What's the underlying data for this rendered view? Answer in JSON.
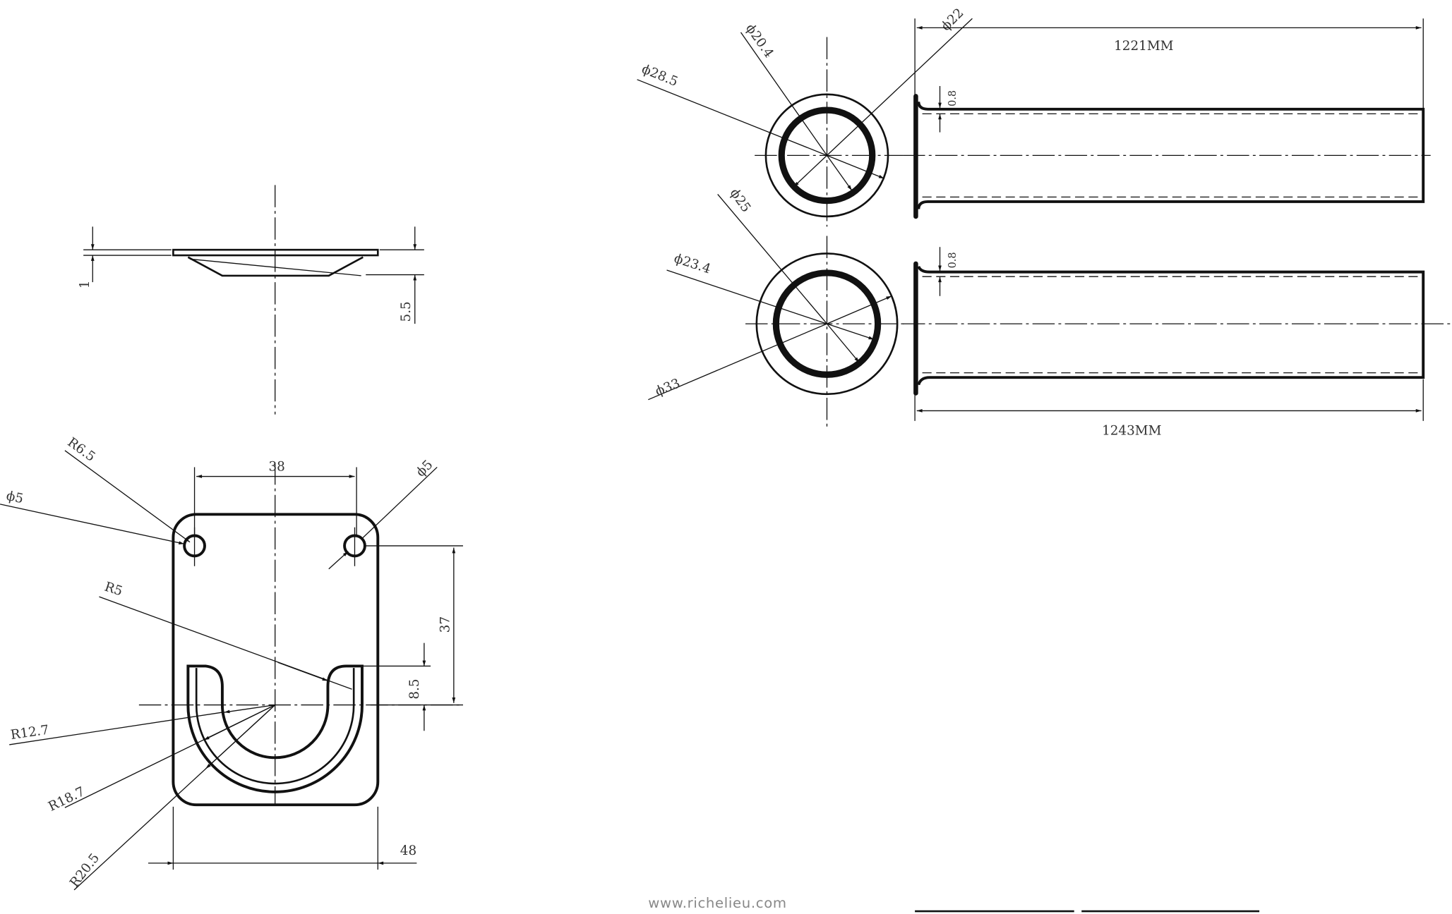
{
  "tube_views": {
    "top": {
      "outer_dia": "ϕ28.5",
      "inner_dia": "ϕ20.4",
      "ring_dia": "ϕ22",
      "wall": "0.8",
      "length": "1221MM"
    },
    "bottom": {
      "outer_dia": "ϕ33",
      "inner_dia": "ϕ23.4",
      "ring_dia": "ϕ25",
      "wall": "0.8",
      "length": "1243MM"
    }
  },
  "side_view": {
    "thickness": "1",
    "depth": "5.5"
  },
  "bracket": {
    "corner_radius": "R6.5",
    "hole_left": "ϕ5",
    "hole_right": "ϕ5",
    "hole_spacing": "38",
    "slot_radius": "R5",
    "hole_to_center": "37",
    "slot_offset": "8.5",
    "inner_radius": "R12.7",
    "mid_radius": "R18.7",
    "outer_radius": "R20.5",
    "width": "48"
  },
  "footer": {
    "website": "www.richelieu.com"
  }
}
